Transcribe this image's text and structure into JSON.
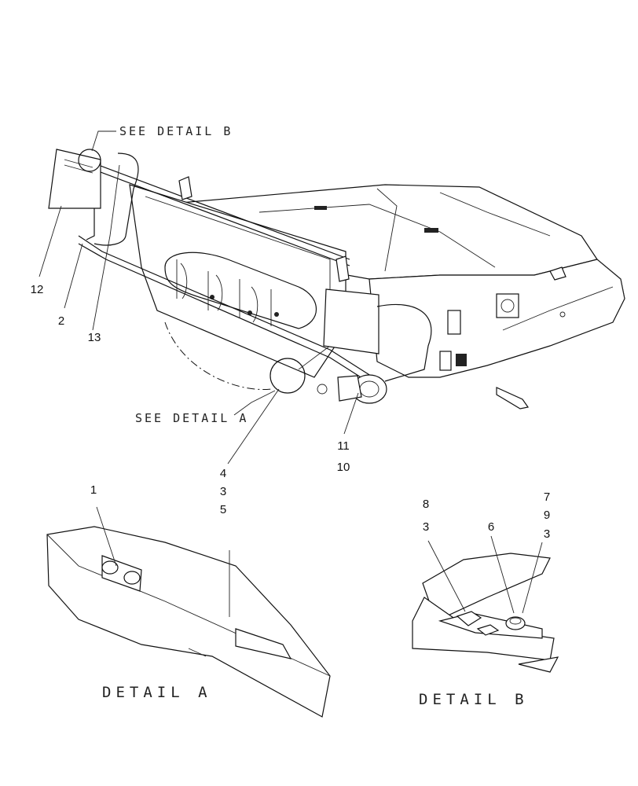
{
  "references": {
    "see_detail_b": "SEE DETAIL  B",
    "see_detail_a": "SEE DETAIL  A"
  },
  "callouts": {
    "c12": "12",
    "c2": "2",
    "c13": "13",
    "c11": "11",
    "c10": "10",
    "c4": "4",
    "c3a": "3",
    "c5": "5",
    "c1": "1",
    "c8": "8",
    "c3b": "3",
    "c6": "6",
    "c7": "7",
    "c9": "9",
    "c3c": "3"
  },
  "details": {
    "a": "DETAIL  A",
    "b": "DETAIL  B"
  }
}
